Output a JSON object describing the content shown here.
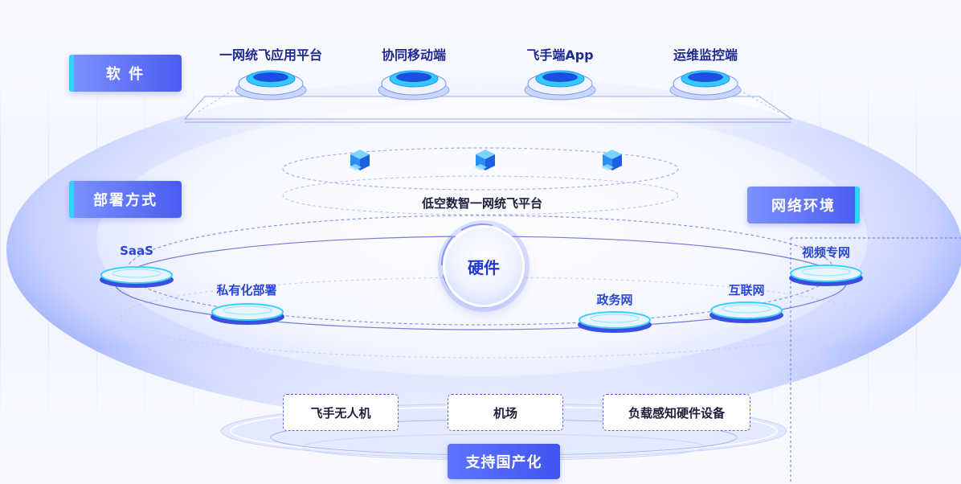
{
  "labels": {
    "software": "软 件",
    "deployment": "部署方式",
    "network": "网络环境",
    "domestic": "支持国产化"
  },
  "software_items": [
    "一网统飞应用平台",
    "协同移动端",
    "飞手端App",
    "运维监控端"
  ],
  "platform": "低空数智一网统飞平台",
  "hardware_center": "硬件",
  "deployment_items": [
    "SaaS",
    "私有化部署"
  ],
  "network_items": [
    "政务网",
    "互联网",
    "视频专网"
  ],
  "hardware_items": [
    "飞手无人机",
    "机场",
    "负载感知硬件设备"
  ],
  "colors": {
    "accent": "#4a5cf0",
    "cyan": "#34d1ff",
    "title_blue": "#1f2a8f",
    "disc_blue": "#3a4fe0"
  },
  "icons": [
    "device-icon",
    "cube-icon",
    "disc-icon"
  ]
}
